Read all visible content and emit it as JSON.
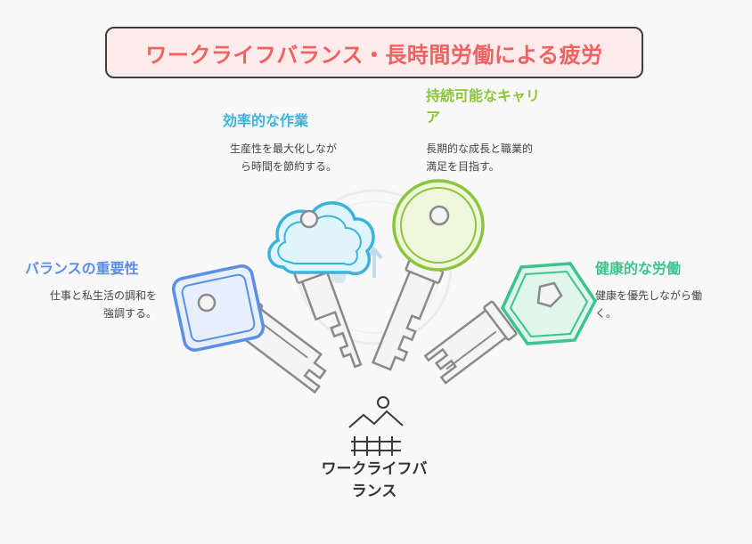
{
  "title": "ワークライフバランス・長時間労働による疲労",
  "items": [
    {
      "id": "balance",
      "title": "バランスの重要性",
      "desc_lines": [
        "仕事と私生活の調和を",
        "強調する。"
      ],
      "color": "#5b8ee6"
    },
    {
      "id": "efficiency",
      "title": "効率的な作業",
      "desc_lines": [
        "生産性を最大化しなが",
        "ら時間を節約する。"
      ],
      "color": "#3ab3dc"
    },
    {
      "id": "career",
      "title_lines": [
        "持続可能なキャリ",
        "ア"
      ],
      "desc_lines": [
        "長期的な成長と職業的",
        "満足を目指す。"
      ],
      "color": "#8cc43c"
    },
    {
      "id": "health",
      "title": "健康的な労働",
      "desc_lines": [
        "健康を優先しながら働",
        "く。"
      ],
      "color": "#3cc48c"
    }
  ],
  "center": {
    "label_lines": [
      "ワークライフバ",
      "ランス"
    ],
    "icon": "person-landscape-fence-icon"
  },
  "colors": {
    "title_text": "#ef6262",
    "title_bg": "#fdeaea",
    "key_gray_fill": "#f4f4f4",
    "key_gray_stroke": "#8a8a8a"
  }
}
